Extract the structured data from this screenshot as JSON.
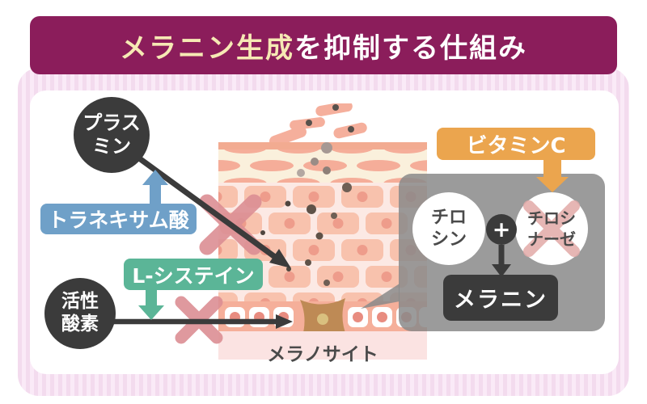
{
  "title": {
    "highlight": "メラニン生成",
    "rest": "を抑制する仕組み"
  },
  "nodes": {
    "plasmin": {
      "line1": "プラス",
      "line2": "ミン"
    },
    "active_oxygen": {
      "line1": "活性",
      "line2": "酸素"
    },
    "tranexamic_acid": {
      "label": "トラネキサム酸"
    },
    "l_cysteine": {
      "label": "L-システイン"
    },
    "vitamin_c": {
      "label": "ビタミンC"
    },
    "tyrosine": {
      "line1": "チロ",
      "line2": "シン"
    },
    "plus_sign": "+",
    "tyrosinase": {
      "line1": "チロシ",
      "line2": "ナーゼ"
    },
    "melanin": {
      "label": "メラニン"
    },
    "melanocyte": {
      "label": "メラノサイト"
    }
  },
  "colors": {
    "title_bg": "#8B1D5B",
    "title_highlight_text": "#F6E9B4",
    "dark_node": "#3B3B3B",
    "tranexamic_blue": "#6FA0C8",
    "cysteine_green": "#5BB597",
    "vitamin_orange": "#EBA54E",
    "inhibit_x_pink": "#DC8F94",
    "gray_panel": "#8A8A8A",
    "stripe_pink": "#F3DBEE",
    "skin_brick": "#F8C2AD",
    "melanocyte_brown": "#BE8A55"
  }
}
